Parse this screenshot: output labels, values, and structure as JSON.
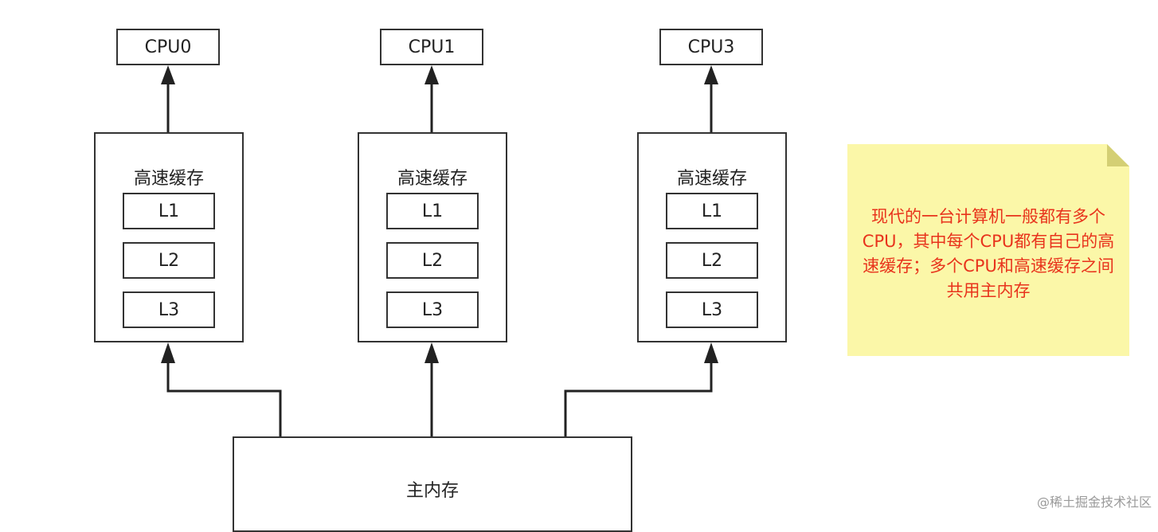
{
  "cpus": [
    "CPU0",
    "CPU1",
    "CPU3"
  ],
  "cache": {
    "title": "高速缓存",
    "levels": [
      "L1",
      "L2",
      "L3"
    ]
  },
  "memory": {
    "label": "主内存"
  },
  "note": {
    "text": "现代的一台计算机一般都有多个CPU，其中每个CPU都有自己的高速缓存；多个CPU和高速缓存之间共用主内存",
    "text_color": "#e8331c",
    "fill_color": "#fbf7a8"
  },
  "watermark": "@稀土掘金技术社区"
}
